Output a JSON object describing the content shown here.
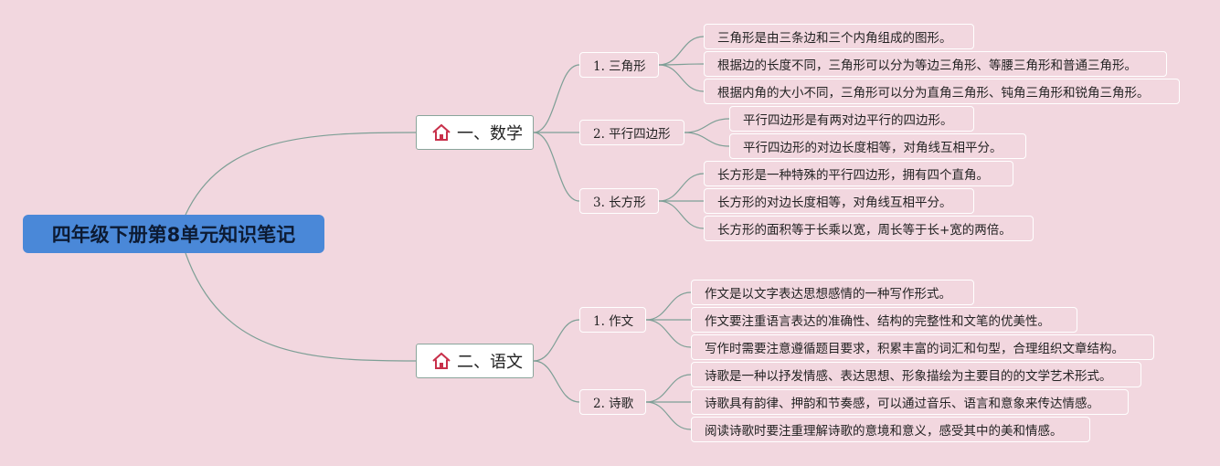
{
  "colors": {
    "background": "#f2d7df",
    "root_fill": "#4a88d8",
    "line": "#7e9f96",
    "icon": "#c8304a"
  },
  "root": {
    "title": "四年级下册第8单元知识笔记"
  },
  "branches": [
    {
      "label": "一、数学",
      "icon": "home-icon",
      "topics": [
        {
          "label": "1. 三角形",
          "points": [
            "三角形是由三条边和三个内角组成的图形。",
            "根据边的长度不同，三角形可以分为等边三角形、等腰三角形和普通三角形。",
            "根据内角的大小不同，三角形可以分为直角三角形、钝角三角形和锐角三角形。"
          ]
        },
        {
          "label": "2. 平行四边形",
          "points": [
            "平行四边形是有两对边平行的四边形。",
            "平行四边形的对边长度相等，对角线互相平分。"
          ]
        },
        {
          "label": "3. 长方形",
          "points": [
            "长方形是一种特殊的平行四边形，拥有四个直角。",
            "长方形的对边长度相等，对角线互相平分。",
            "长方形的面积等于长乘以宽，周长等于长+宽的两倍。"
          ]
        }
      ]
    },
    {
      "label": "二、语文",
      "icon": "home-icon",
      "topics": [
        {
          "label": "1. 作文",
          "points": [
            "作文是以文字表达思想感情的一种写作形式。",
            "作文要注重语言表达的准确性、结构的完整性和文笔的优美性。",
            "写作时需要注意遵循题目要求，积累丰富的词汇和句型，合理组织文章结构。"
          ]
        },
        {
          "label": "2. 诗歌",
          "points": [
            "诗歌是一种以抒发情感、表达思想、形象描绘为主要目的的文学艺术形式。",
            "诗歌具有韵律、押韵和节奏感，可以通过音乐、语言和意象来传达情感。",
            "阅读诗歌时要注重理解诗歌的意境和意义，感受其中的美和情感。"
          ]
        }
      ]
    }
  ]
}
